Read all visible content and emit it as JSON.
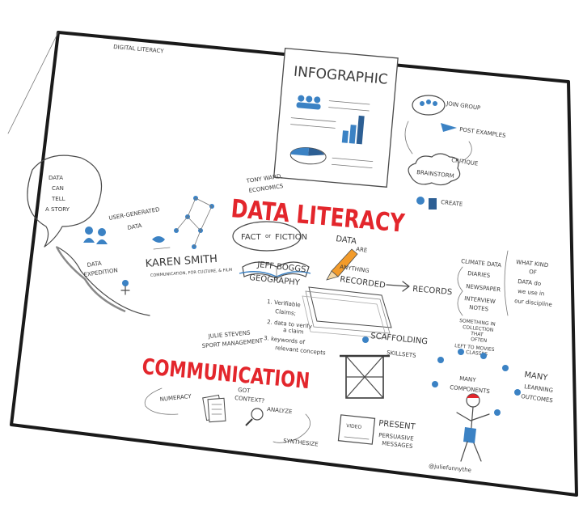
{
  "colors": {
    "accent_red": "#e3262c",
    "accent_blue": "#3b82c4",
    "ink": "#3a3a3a",
    "paper": "#ffffff"
  },
  "header": {
    "top_left_text": "DIGITAL LITERACY"
  },
  "infographic": {
    "title": "INFOGRAPHIC"
  },
  "process": {
    "join_group": "JOIN GROUP",
    "post_examples": "POST EXAMPLES",
    "critique": "CRITIQUE",
    "brainstorm": "BRAINSTORM",
    "create": "CREATE"
  },
  "tony_ward": {
    "name": "TONY WARD,",
    "dept": "ECONOMICS"
  },
  "story_bubble": {
    "line1": "DATA",
    "line2": "CAN",
    "line3": "TELL",
    "line4": "A STORY"
  },
  "user_generated": {
    "line1": "USER-GENERATED",
    "line2": "DATA"
  },
  "data_literacy": {
    "title": "DATA LITERACY"
  },
  "fact_fiction": {
    "fact": "FACT",
    "or": "or",
    "fiction": "FICTION"
  },
  "expedition": {
    "line1": "DATA",
    "line2": "EXPEDITION"
  },
  "karen_smith": {
    "name": "KAREN SMITH",
    "note": "COMMUNICATION, FOR CULTURE, & FILM"
  },
  "jeff_boggs": {
    "line1": "JEFF BOGGS",
    "line2": "GEOGRAPHY"
  },
  "claims": {
    "item1": "1. Verifiable",
    "item1b": "Claims;",
    "item2": "2. data to verify",
    "item2b": "a claim",
    "item3": "3. keywords of",
    "item3b": "relevant concepts"
  },
  "data_recorded": {
    "line1": "DATA",
    "line2": "ARE",
    "line3": "ANYTHING",
    "line4": "RECORDED"
  },
  "records": {
    "label": "RECORDS",
    "items": [
      "CLIMATE DATA",
      "DIARIES",
      "NEWSPAPER",
      "INTERVIEW",
      "NOTES"
    ],
    "question": [
      "WHAT KIND",
      "OF",
      "DATA do",
      "we use in",
      "our discipline"
    ],
    "collection": [
      "SOMETHING IN",
      "COLLECTION",
      "THAT",
      "OFTEN",
      "LEFT TO MOVIES",
      "CLASSES"
    ]
  },
  "scaffolding": {
    "label": "SCAFFOLDING",
    "skillsets": "SKILLSETS"
  },
  "julie": {
    "name": "JULIE STEVENS",
    "dept": "SPORT MANAGEMENT"
  },
  "communication": {
    "title": "COMMUNICATION"
  },
  "numeracy": {
    "label": "NUMERACY"
  },
  "got_context": {
    "line1": "GOT",
    "line2": "CONTEXT?"
  },
  "analyze": "ANALYZE",
  "synthesize": "SYNTHESIZE",
  "present": {
    "label": "PRESENT",
    "sub1": "PERSUASIVE",
    "sub2": "MESSAGES",
    "video": "VIDEO"
  },
  "components": {
    "line1": "MANY",
    "line2": "COMPONENTS"
  },
  "outcomes": {
    "line1": "MANY",
    "line2": "LEARNING",
    "line3": "OUTCOMES"
  },
  "signature": "@juliefunnythe"
}
